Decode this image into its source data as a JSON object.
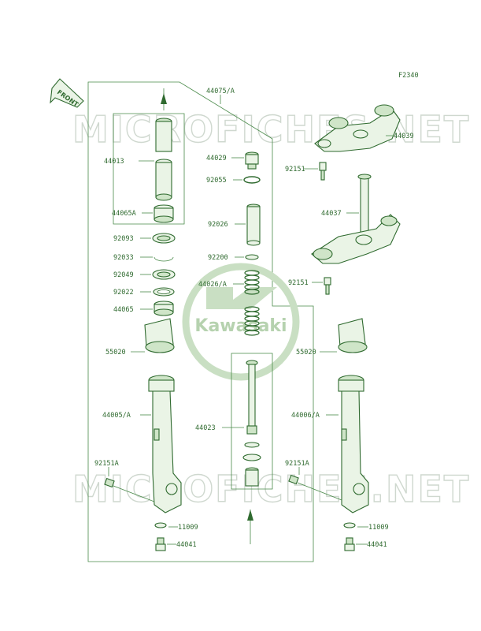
{
  "figure_code": "F2340",
  "front_arrow_label": "FRONT",
  "watermark_text": "MICROFICHES.NET",
  "logo_text": "Kawasaki",
  "colors": {
    "line": "#2f6a2f",
    "fill": "#eaf4e6",
    "watermark": "#cfd8cf"
  },
  "labels": {
    "p44075A": "44075/A",
    "p44039": "44039",
    "p44013": "44013",
    "p44029": "44029",
    "p92151_top": "92151",
    "p92055": "92055",
    "p44037": "44037",
    "p44065A": "44065A",
    "p92026": "92026",
    "p92093": "92093",
    "p92033": "92033",
    "p92200": "92200",
    "p92049": "92049",
    "p44026A": "44026/A",
    "p92151_mid": "92151",
    "p92022": "92022",
    "p44065": "44065",
    "p55020_l": "55020",
    "p55020_r": "55020",
    "p44005A": "44005/A",
    "p44006A": "44006/A",
    "p44023": "44023",
    "p92151A_l": "92151A",
    "p92151A_r": "92151A",
    "p11009_l": "11009",
    "p11009_r": "11009",
    "p44041_l": "44041",
    "p44041_r": "44041"
  }
}
